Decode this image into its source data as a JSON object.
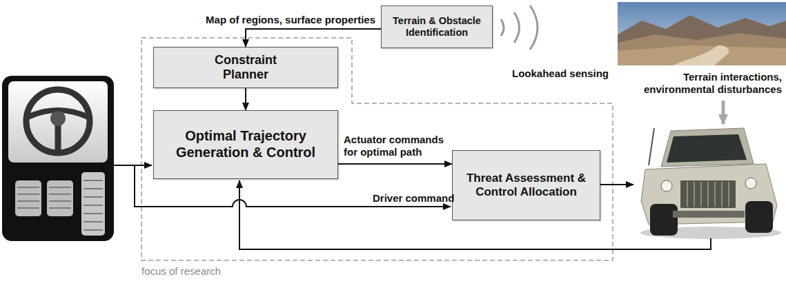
{
  "diagram": {
    "nodes": [
      {
        "text": [
          "Terrain & Obstacle Identification"
        ]
      },
      {
        "text": [
          "Constraint Planner"
        ]
      },
      {
        "text": [
          "Optimal Trajectory Generation & Control"
        ]
      },
      {
        "text": [
          "Threat Assessment & Control Allocation"
        ]
      }
    ],
    "edges": [
      {
        "from": 0,
        "to": 1,
        "arrow": "to",
        "label": "Map of regions, surface properties"
      },
      {
        "from": 1,
        "to": 2,
        "arrow": "to"
      },
      {
        "from": 2,
        "to": 3,
        "arrow": "to",
        "label": "Actuator commands for optimal path"
      }
    ],
    "labels": [
      "Lookahead sensing",
      "Terrain interactions, environmental disturbances",
      "Driver command",
      "focus of research"
    ]
  }
}
